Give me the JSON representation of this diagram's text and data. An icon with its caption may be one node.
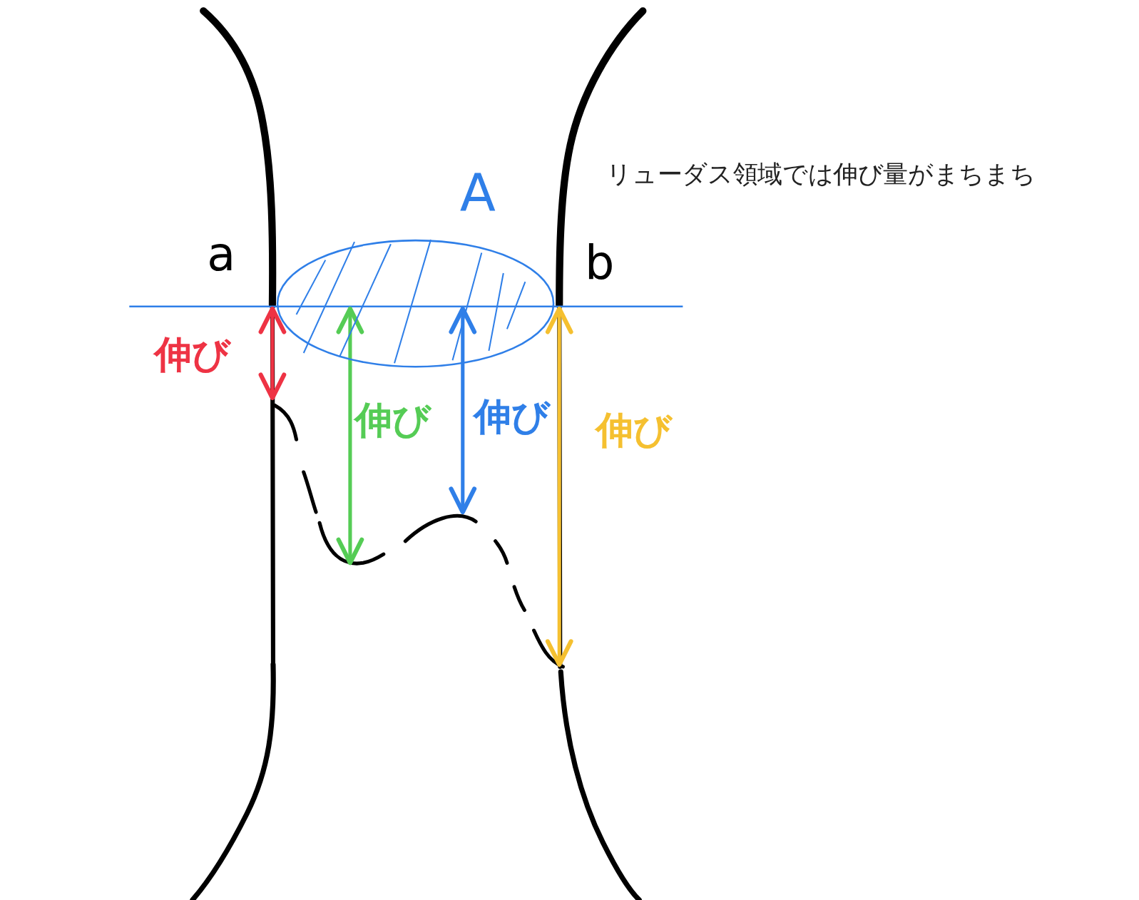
{
  "diagram": {
    "nodes": [
      {
        "text": [
          "A"
        ]
      }
    ],
    "labels": [
      "リューダス領域では伸び量がまちまち",
      "a",
      "b",
      "伸び",
      "伸び",
      "伸び",
      "伸び"
    ]
  }
}
